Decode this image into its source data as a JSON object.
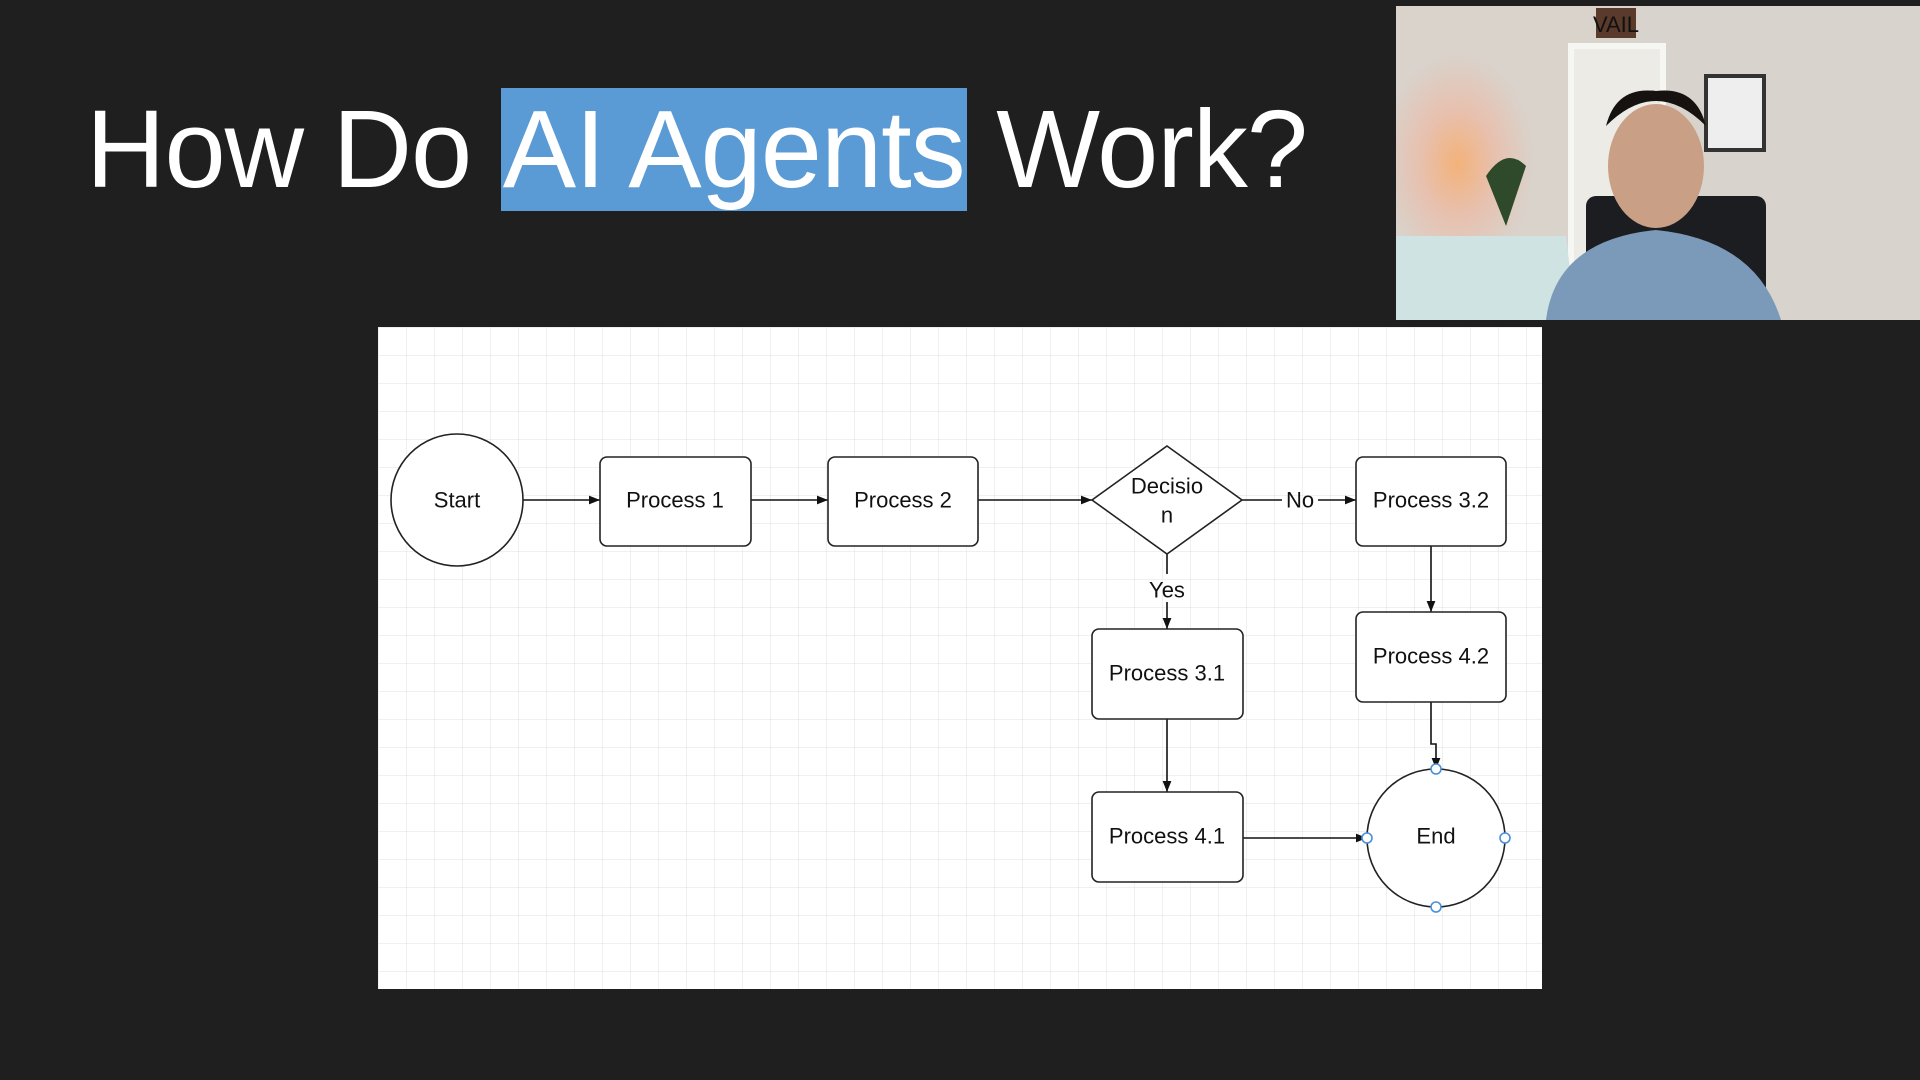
{
  "slide": {
    "title_prefix": "How Do ",
    "title_highlight": "AI Agents",
    "title_suffix": " Work?"
  },
  "flowchart": {
    "nodes": {
      "start": "Start",
      "process1": "Process 1",
      "process2": "Process 2",
      "decision_line1": "Decisio",
      "decision_line2": "n",
      "process31": "Process 3.1",
      "process32": "Process 3.2",
      "process41": "Process 4.1",
      "process42": "Process 4.2",
      "end": "End"
    },
    "edges": {
      "yes": "Yes",
      "no": "No"
    }
  },
  "webcam": {
    "poster_text": "VAIL"
  },
  "colors": {
    "highlight": "#5b9bd5",
    "background": "#1f1f1f",
    "selection_handle": "#4a90d9"
  }
}
